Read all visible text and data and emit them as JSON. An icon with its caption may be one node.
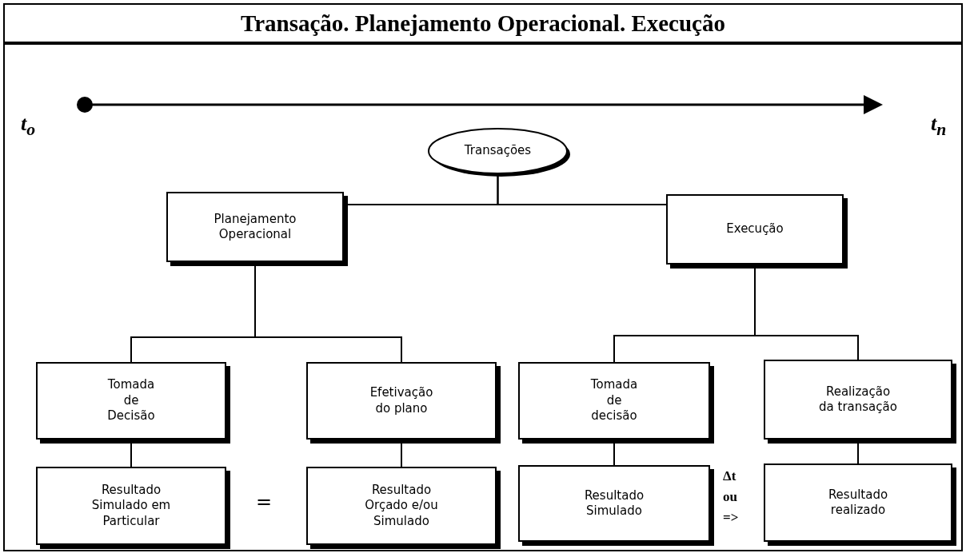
{
  "diagram": {
    "title": "Transação. Planejamento Operacional. Execução",
    "nodes": [
      {
        "text": [
          "Transações"
        ]
      },
      {
        "text": [
          "Planejamento Operacional"
        ]
      },
      {
        "text": [
          "Execução"
        ]
      },
      {
        "text": [
          "Tomada de Decisão"
        ]
      },
      {
        "text": [
          "Efetivação do plano"
        ]
      },
      {
        "text": [
          "Tomada de decisão"
        ]
      },
      {
        "text": [
          "Realização da transação"
        ]
      },
      {
        "text": [
          "Resultado Simulado em Particular"
        ]
      },
      {
        "text": [
          "Resultado Orçado e/ou Simulado"
        ]
      },
      {
        "text": [
          "Resultado Simulado"
        ]
      },
      {
        "text": [
          "Resultado realizado"
        ]
      }
    ],
    "edges": [
      {
        "from": 0,
        "to": 1,
        "arrow": "none"
      },
      {
        "from": 0,
        "to": 2,
        "arrow": "none"
      },
      {
        "from": 1,
        "to": 3,
        "arrow": "none"
      },
      {
        "from": 1,
        "to": 4,
        "arrow": "none"
      },
      {
        "from": 2,
        "to": 5,
        "arrow": "none"
      },
      {
        "from": 2,
        "to": 6,
        "arrow": "none"
      },
      {
        "from": 3,
        "to": 7,
        "arrow": "none"
      },
      {
        "from": 4,
        "to": 8,
        "arrow": "none"
      },
      {
        "from": 5,
        "to": 9,
        "arrow": "none"
      },
      {
        "from": 6,
        "to": 10,
        "arrow": "none"
      }
    ],
    "labels": [
      "t$_{o}$",
      "t$_{n}$",
      "=",
      "Δt",
      "ou",
      "=>"
    ]
  }
}
